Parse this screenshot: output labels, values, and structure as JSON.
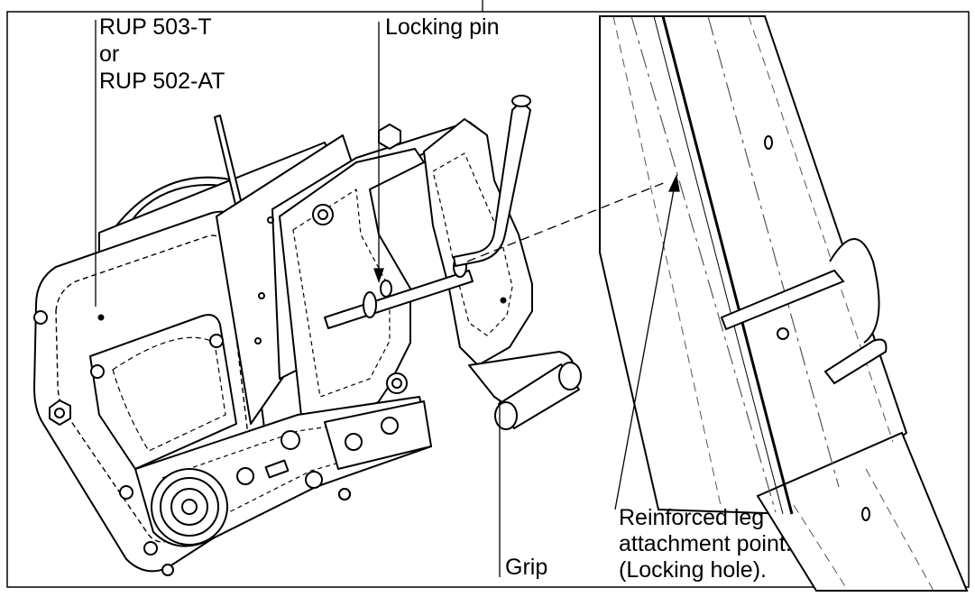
{
  "figure": {
    "labels": {
      "model_line1": "RUP 503-T",
      "model_line2": "or",
      "model_line3": "RUP 502-AT",
      "locking_pin": "Locking pin",
      "grip": "Grip",
      "attachment_line1": "Reinforced leg",
      "attachment_line2": "attachment point.",
      "attachment_line3": "(Locking hole)."
    },
    "colors": {
      "stroke": "#000000",
      "background": "#ffffff",
      "dash_line": "#555555"
    }
  }
}
